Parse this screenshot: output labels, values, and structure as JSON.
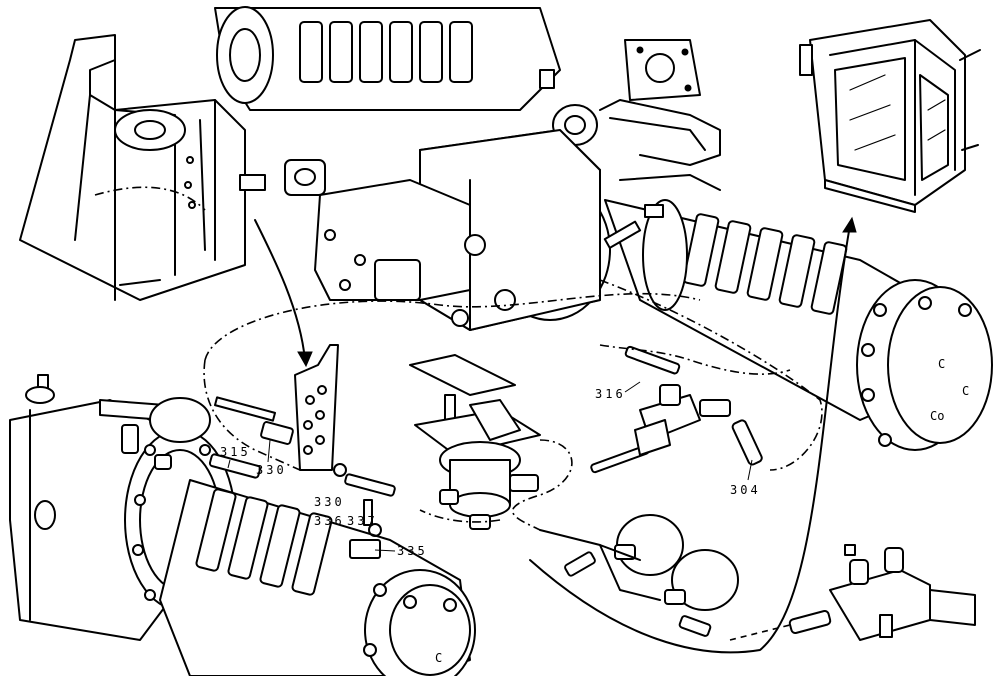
{
  "callouts": {
    "c315": "315",
    "c330a": "330",
    "c330b": "330",
    "c336": "336",
    "c337": "337",
    "c335": "335",
    "c316": "316",
    "c304": "304"
  },
  "icons": {
    "cab": "operator-cab-icon",
    "frame": "frame-bracket-icon",
    "rear_axle": "rear-axle-icon",
    "front_axle": "front-axle-icon",
    "pedal": "brake-pedal-valve-icon",
    "accumulators": "brake-accumulator-icon"
  }
}
